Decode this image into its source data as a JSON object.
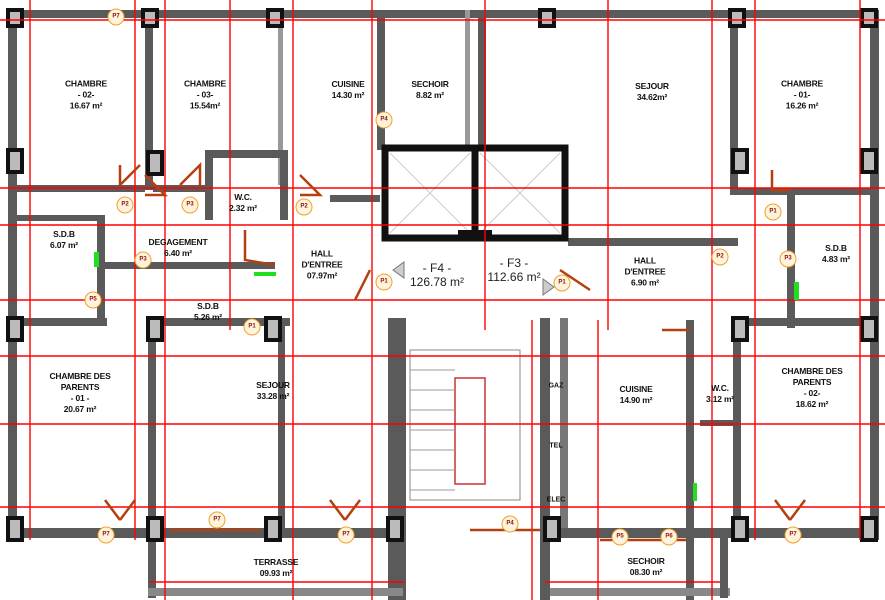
{
  "colors": {
    "wall": "#5a5a5a",
    "wall_dark": "#111111",
    "dimension": "#ff0000",
    "door": "#b5400f",
    "tag_ring": "#f0a030",
    "marker_green": "#22dd22"
  },
  "units": [
    {
      "title": "- F4 -",
      "area": "126.78 m²"
    },
    {
      "title": "- F3 -",
      "area": "112.66 m²"
    }
  ],
  "rooms": [
    {
      "name": "CHAMBRE",
      "sub": "- 02-",
      "area": "16.67 m²"
    },
    {
      "name": "CHAMBRE",
      "sub": "- 03-",
      "area": "15.54m²"
    },
    {
      "name": "CUISINE",
      "area": "14.30 m²"
    },
    {
      "name": "SECHOIR",
      "area": "8.82 m²"
    },
    {
      "name": "SEJOUR",
      "area": "34.62m²"
    },
    {
      "name": "CHAMBRE",
      "sub": "- 01-",
      "area": "16.26 m²"
    },
    {
      "name": "W.C.",
      "area": "2.32 m²"
    },
    {
      "name": "S.D.B",
      "area": "6.07 m²"
    },
    {
      "name": "DEGAGEMENT",
      "area": "6.40 m²"
    },
    {
      "name": "HALL",
      "sub": "D'ENTREE",
      "area": "07.97m²"
    },
    {
      "name": "HALL",
      "sub": "D'ENTREE",
      "area": "6.90 m²"
    },
    {
      "name": "S.D.B",
      "area": "4.83 m²"
    },
    {
      "name": "S.D.B",
      "area": "5.26 m²"
    },
    {
      "name": "CHAMBRE DES",
      "sub": "PARENTS",
      "sub2": "- 01 -",
      "area": "20.67 m²"
    },
    {
      "name": "SEJOUR",
      "area": "33.28 m²"
    },
    {
      "name": "CUISINE",
      "area": "14.90 m²"
    },
    {
      "name": "W.C.",
      "area": "3.12 m²"
    },
    {
      "name": "CHAMBRE DES",
      "sub": "PARENTS",
      "sub2": "- 02-",
      "area": "18.62 m²"
    },
    {
      "name": "TERRASSE",
      "area": "09.93 m²"
    },
    {
      "name": "SECHOIR",
      "area": "08.30 m²"
    }
  ],
  "shafts": [
    "GAZ",
    "TEL",
    "ELEC"
  ],
  "door_tags": [
    "P1",
    "P2",
    "P3",
    "P5",
    "P2",
    "P3",
    "P4",
    "P1",
    "P1",
    "P3",
    "P2",
    "P1",
    "P7",
    "P7",
    "P7",
    "P7",
    "P4",
    "P5",
    "P6",
    "P7"
  ]
}
